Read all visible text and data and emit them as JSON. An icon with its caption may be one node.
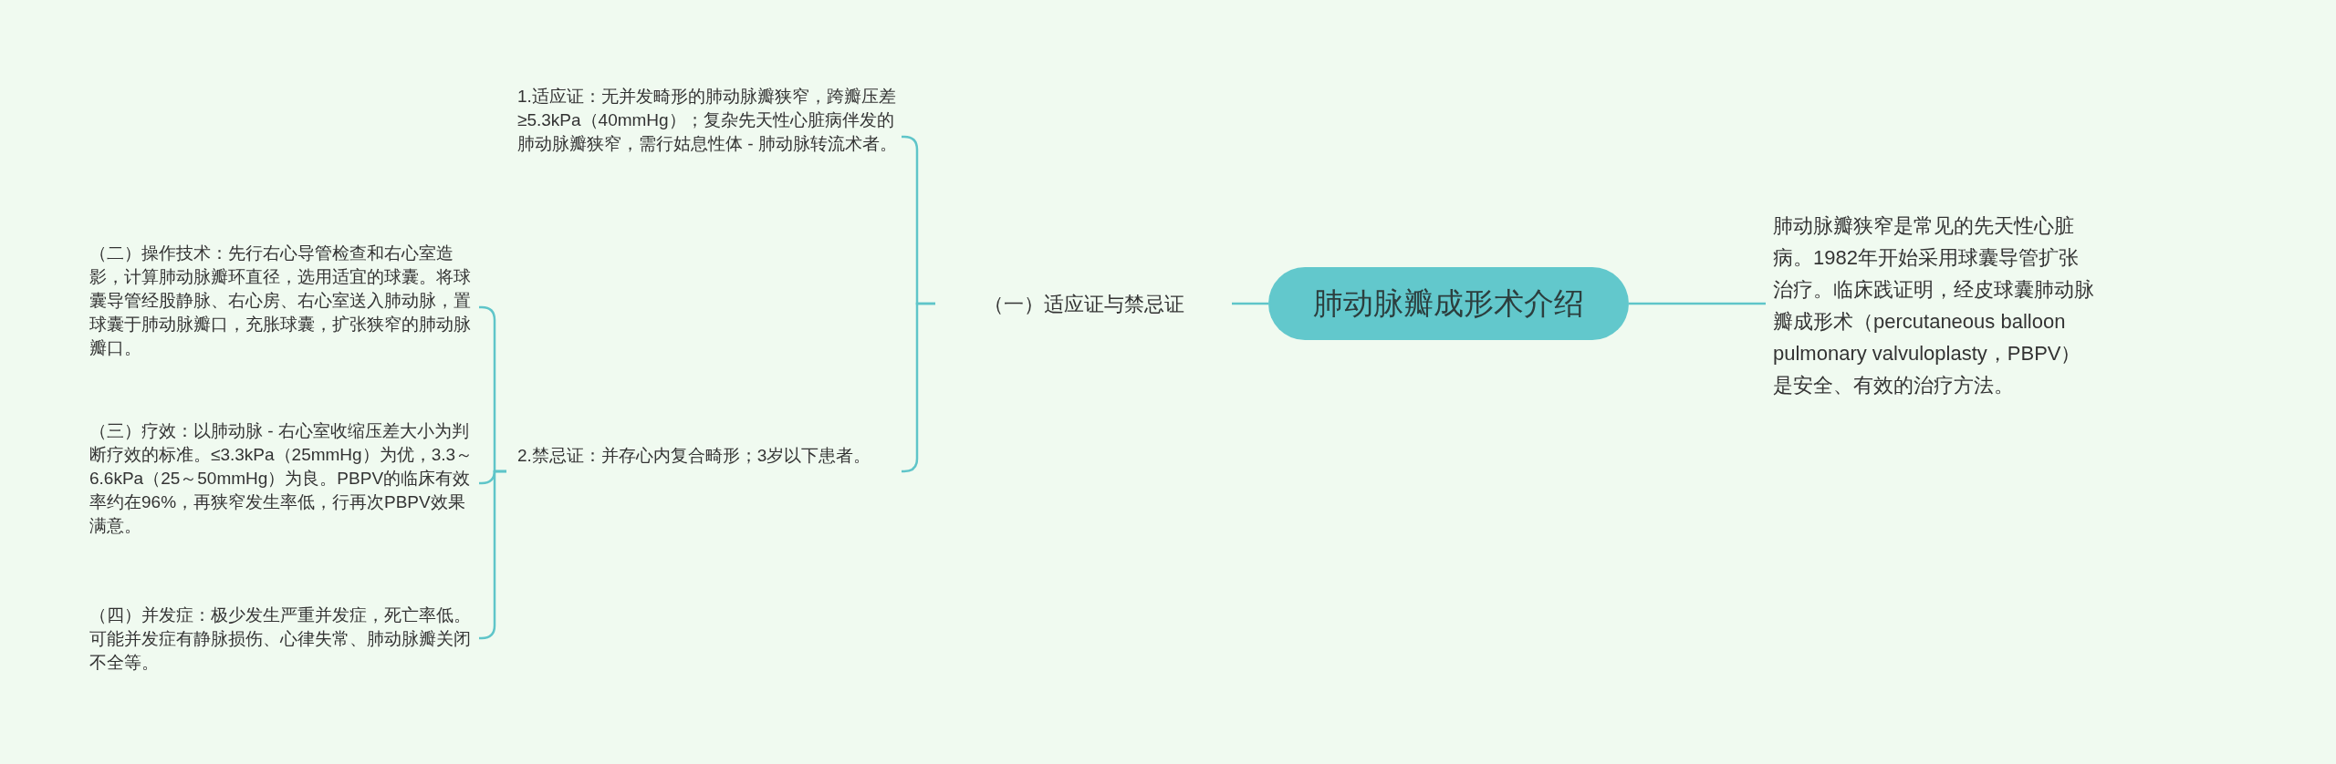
{
  "diagram": {
    "nodes": [
      {
        "text": [
          "肺动脉瓣成形术介绍"
        ]
      },
      {
        "text": [
          "肺动脉瓣狭窄是常见的先天性心脏病。1982年开始采用球囊导管扩张治疗。临床践证明，经皮球囊肺动脉瓣成形术（percutaneous balloon pulmonary valvuloplasty，PBPV）是安全、有效的治疗方法。"
        ]
      },
      {
        "text": [
          "（一）适应证与禁忌证"
        ]
      },
      {
        "text": [
          "1.适应证：无并发畸形的肺动脉瓣狭窄，跨瓣压差≥5.3kPa（40mmHg）；复杂先天性心脏病伴发的肺动脉瓣狭窄，需行姑息性体 - 肺动脉转流术者。"
        ]
      },
      {
        "text": [
          "2.禁忌证：并存心内复合畸形；3岁以下患者。"
        ]
      },
      {
        "text": [
          "（二）操作技术：先行右心导管检查和右心室造影，计算肺动脉瓣环直径，选用适宜的球囊。将球囊导管经股静脉、右心房、右心室送入肺动脉，置球囊于肺动脉瓣口，充胀球囊，扩张狭窄的肺动脉瓣口。"
        ]
      },
      {
        "text": [
          "（三）疗效：以肺动脉 - 右心室收缩压差大小为判断疗效的标准。≤3.3kPa（25mmHg）为优，3.3～6.6kPa（25～50mmHg）为良。PBPV的临床有效率约在96%，再狭窄发生率低，行再次PBPV效果满意。"
        ]
      },
      {
        "text": [
          "（四）并发症：极少发生严重并发症，死亡率低。可能并发症有静脉损伤、心律失常、肺动脉瓣关闭不全等。"
        ]
      }
    ],
    "edges": [
      {
        "from": 0,
        "to": 1,
        "arrow": "none"
      },
      {
        "from": 0,
        "to": 2,
        "arrow": "none"
      },
      {
        "from": 2,
        "to": 3,
        "arrow": "none"
      },
      {
        "from": 2,
        "to": 4,
        "arrow": "none"
      },
      {
        "from": 4,
        "to": 5,
        "arrow": "none"
      },
      {
        "from": 4,
        "to": 6,
        "arrow": "none"
      },
      {
        "from": 4,
        "to": 7,
        "arrow": "none"
      }
    ]
  }
}
